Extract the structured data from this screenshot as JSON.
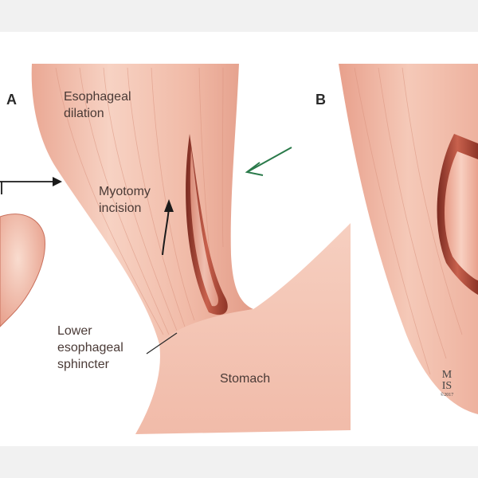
{
  "panels": {
    "a": "A",
    "b": "B"
  },
  "labels": {
    "esophageal_dilation": [
      "Esophageal",
      "dilation"
    ],
    "myotomy_incision": [
      "Myotomy",
      "incision"
    ],
    "lower_esophageal_sphincter": [
      "Lower",
      "esophageal",
      "sphincter"
    ],
    "stomach": "Stomach"
  },
  "signature": {
    "line1": "M",
    "line2": "IS",
    "line3": "©2017"
  },
  "colors": {
    "tissue_light": "#f3c4b2",
    "tissue_mid": "#e8a08c",
    "tissue_dark": "#b8503f",
    "annotation_arrow": "#2a7a4a"
  }
}
